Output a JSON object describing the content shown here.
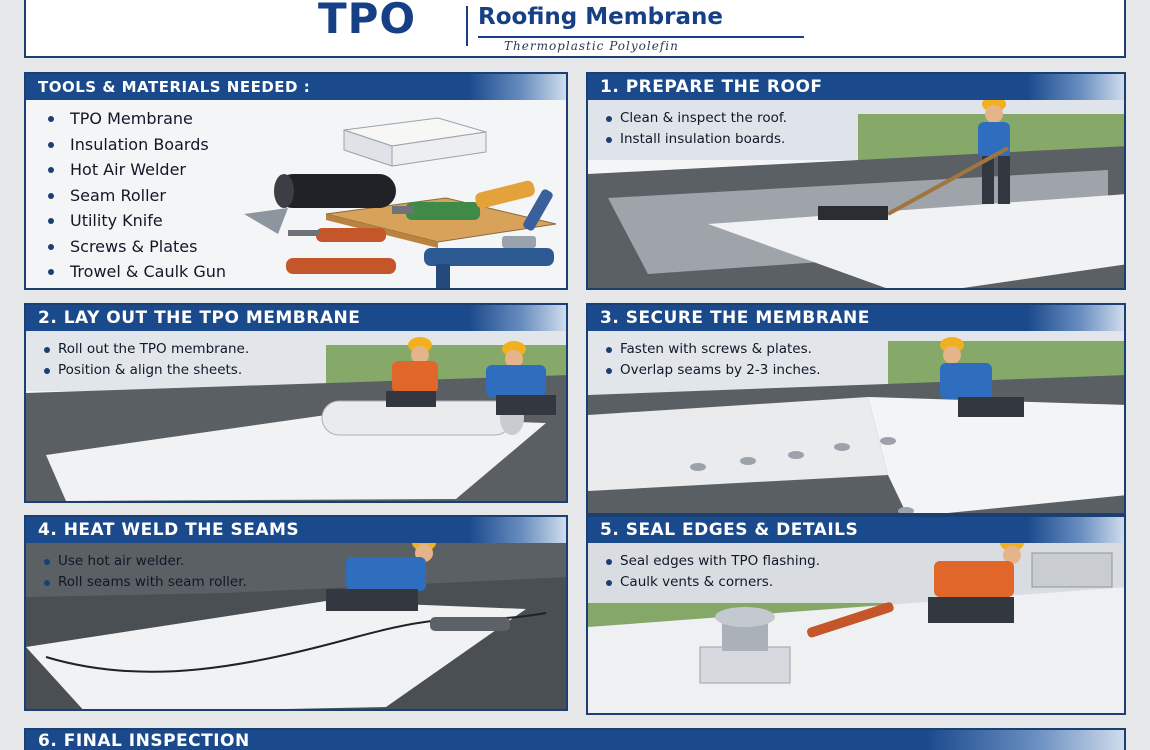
{
  "header": {
    "brand": "TPO",
    "title": "Roofing Membrane",
    "subtitle": "Thermoplastic Polyolefin"
  },
  "tools": {
    "title": "TOOLS & MATERIALS NEEDED :",
    "items": [
      "TPO Membrane",
      "Insulation Boards",
      "Hot Air Welder",
      "Seam Roller",
      "Utility Knife",
      "Screws & Plates",
      "Trowel & Caulk Gun"
    ]
  },
  "steps": [
    {
      "title": "1.  PREPARE THE ROOF",
      "bullets": [
        "Clean & inspect the roof.",
        "Install insulation boards."
      ]
    },
    {
      "title": "2.  LAY OUT THE TPO MEMBRANE",
      "bullets": [
        "Roll out the TPO membrane.",
        "Position & align the sheets."
      ]
    },
    {
      "title": "3.  SECURE THE MEMBRANE",
      "bullets": [
        "Fasten with screws & plates.",
        "Overlap seams by 2-3 inches."
      ]
    },
    {
      "title": "4.  HEAT WELD THE SEAMS",
      "bullets": [
        "Use hot air welder.",
        "Roll seams with seam roller."
      ]
    },
    {
      "title": "5.  SEAL EDGES & DETAILS",
      "bullets": [
        "Seal edges with TPO flashing.",
        "Caulk vents & corners."
      ]
    },
    {
      "title": "6.  FINAL INSPECTION"
    }
  ],
  "colors": {
    "navy": "#1b4a8c",
    "membrane": "#f2f3f3",
    "hardhat": "#f2b01e",
    "shirt_blue": "#2f6dbf",
    "shirt_orange": "#e0662a",
    "grass": "#6f9a4a"
  }
}
